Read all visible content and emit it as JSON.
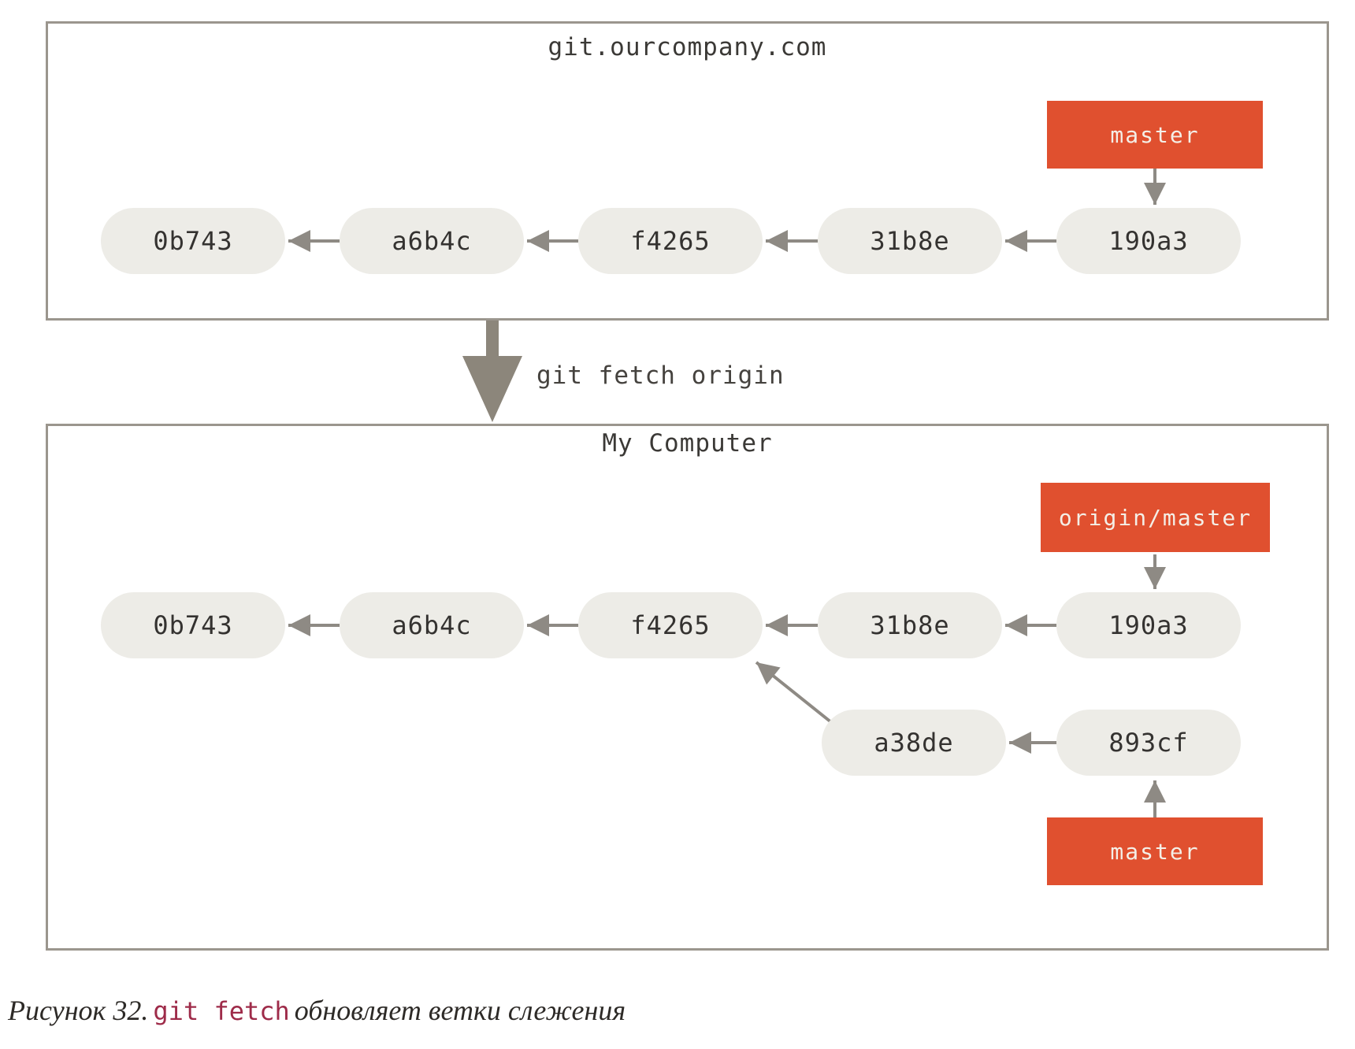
{
  "remote_panel": {
    "title": "git.ourcompany.com",
    "branch_box": "master",
    "commits": [
      "0b743",
      "a6b4c",
      "f4265",
      "31b8e",
      "190a3"
    ]
  },
  "fetch_arrow": {
    "label": "git fetch origin"
  },
  "local_panel": {
    "title": "My Computer",
    "remote_branch_box": "origin/master",
    "branch_box": "master",
    "commits": [
      "0b743",
      "a6b4c",
      "f4265",
      "31b8e",
      "190a3"
    ],
    "local_commits": [
      "a38de",
      "893cf"
    ]
  },
  "caption": {
    "figure_label": "Рисунок 32.",
    "code": "git fetch",
    "text": "обновляет ветки слежения"
  },
  "colors": {
    "branch_box": "#e0502f",
    "branch_box_text": "#f4efe7",
    "commit_pill": "#edece7",
    "commit_text": "#343230",
    "arrow": "#8e8a84",
    "fetch_arrow": "#8c867b",
    "panel_border": "#9b968e",
    "caption_text": "#2d2a27",
    "caption_code": "#9e2b49"
  }
}
